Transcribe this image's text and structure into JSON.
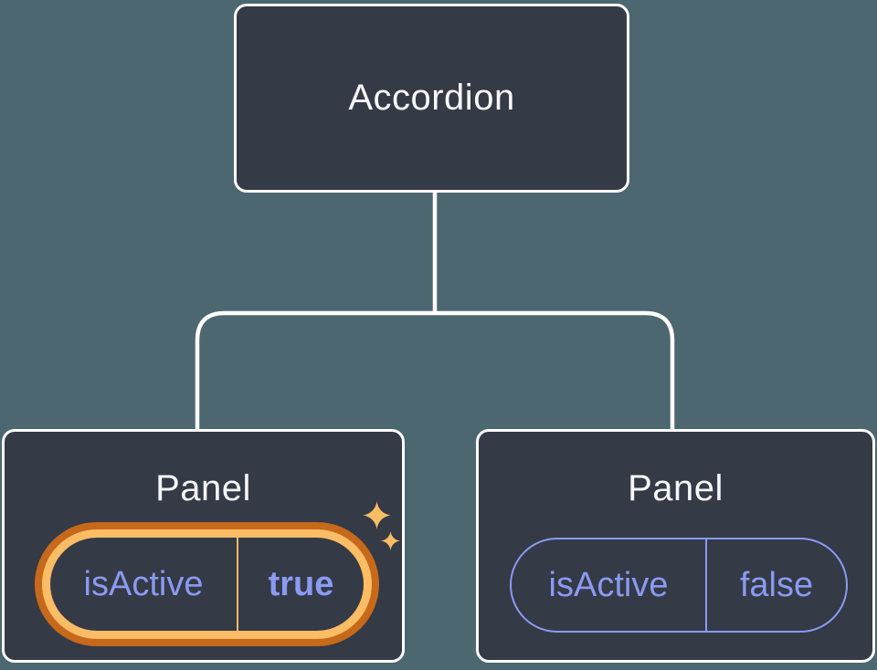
{
  "diagram": {
    "root": {
      "label": "Accordion"
    },
    "children": [
      {
        "label": "Panel",
        "prop": {
          "name": "isActive",
          "value": "true"
        },
        "highlighted": true,
        "highlight_hint": "gold double ring with sparkles"
      },
      {
        "label": "Panel",
        "prop": {
          "name": "isActive",
          "value": "false"
        },
        "highlighted": false
      }
    ]
  },
  "colors": {
    "bg": "#4C6770",
    "node_bg": "#343A46",
    "node_border": "#FFFFFF",
    "label": "#F6F7F9",
    "purple": "#8B9AF2",
    "gold_light": "#FABC64",
    "gold_dark": "#C7691A",
    "line": "#FFFFFF"
  }
}
